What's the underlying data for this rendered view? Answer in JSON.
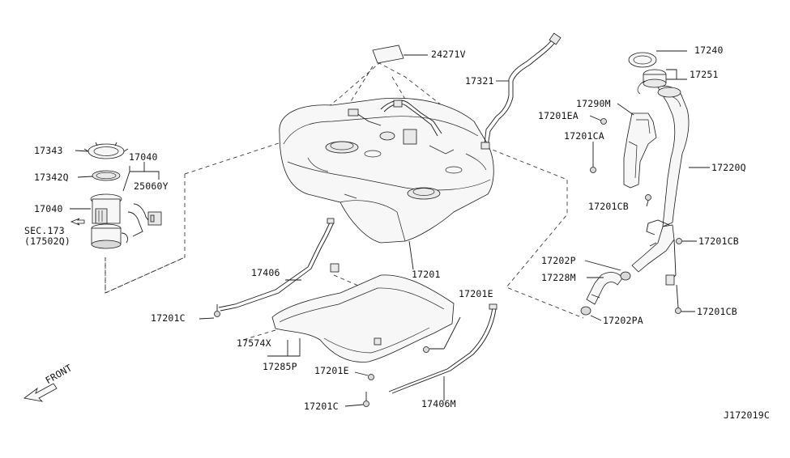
{
  "labels": {
    "p24271V": "24271V",
    "p17321": "17321",
    "p17240": "17240",
    "p17251": "17251",
    "p17290M": "17290M",
    "p17201EA": "17201EA",
    "p17201CA": "17201CA",
    "p17220Q": "17220Q",
    "p17201CB_1": "17201CB",
    "p17201CB_2": "17201CB",
    "p17201CB_3": "17201CB",
    "p17202P": "17202P",
    "p17228M": "17228M",
    "p17202PA": "17202PA",
    "p17343": "17343",
    "p17342Q": "17342Q",
    "p17040_top": "17040",
    "p25060Y": "25060Y",
    "p17040_left": "17040",
    "sec173": "SEC.173",
    "p17502Q": "(17502Q)",
    "p17406": "17406",
    "p17201": "17201",
    "p17201E_1": "17201E",
    "p17201C_1": "17201C",
    "p17574X": "17574X",
    "p17285P": "17285P",
    "p17201E_2": "17201E",
    "p17201C_2": "17201C",
    "p17406M": "17406M",
    "front": "FRONT",
    "diagram_id": "J172019C"
  },
  "colors": {
    "line": "#1a1a1a",
    "background": "#ffffff"
  }
}
